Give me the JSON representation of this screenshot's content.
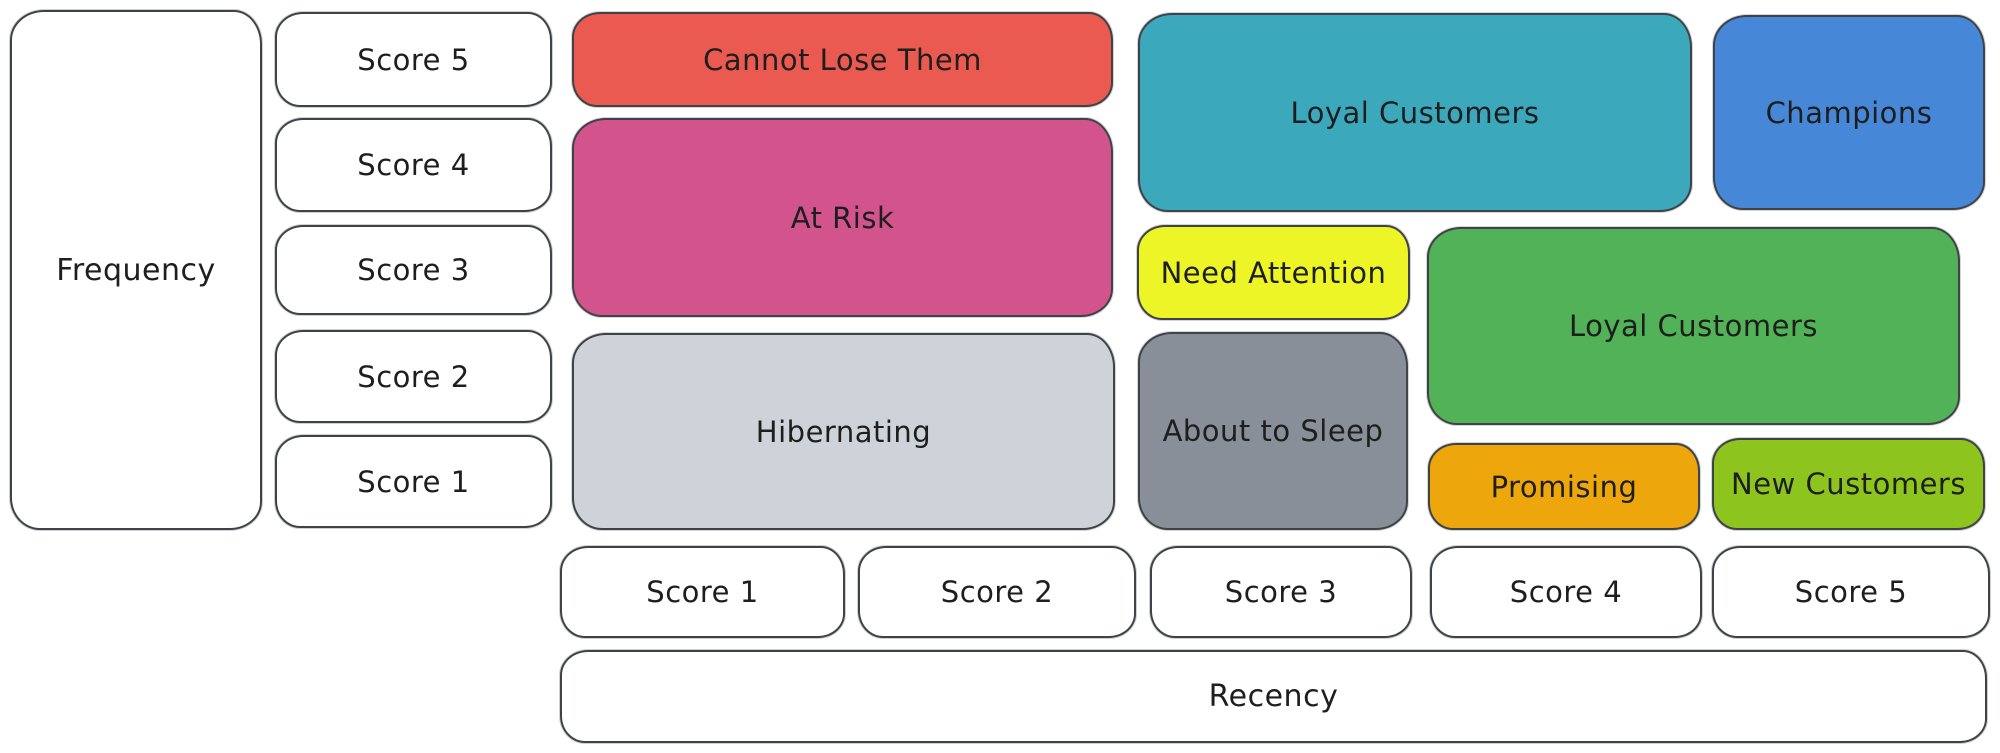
{
  "axes": {
    "frequency_label": "Frequency",
    "recency_label": "Recency"
  },
  "frequency_scores": [
    "Score 5",
    "Score 4",
    "Score 3",
    "Score 2",
    "Score 1"
  ],
  "recency_scores": [
    "Score 1",
    "Score 2",
    "Score 3",
    "Score 4",
    "Score 5"
  ],
  "segments": [
    {
      "label": "Cannot Lose Them",
      "color": "#ea5a50"
    },
    {
      "label": "At Risk",
      "color": "#d3538d"
    },
    {
      "label": "Hibernating",
      "color": "#ced3d9"
    },
    {
      "label": "Loyal Customers",
      "color": "#3ba8bc"
    },
    {
      "label": "Champions",
      "color": "#4687d8"
    },
    {
      "label": "Need Attention",
      "color": "#edf527"
    },
    {
      "label": "About to Sleep",
      "color": "#888f98"
    },
    {
      "label": "Loyal Customers",
      "color": "#52b257"
    },
    {
      "label": "Promising",
      "color": "#eda70c"
    },
    {
      "label": "New Customers",
      "color": "#8ec41e"
    }
  ],
  "colors": {
    "stroke": "#3f4347",
    "text": "#1e1e1e",
    "background": "#ffffff"
  }
}
